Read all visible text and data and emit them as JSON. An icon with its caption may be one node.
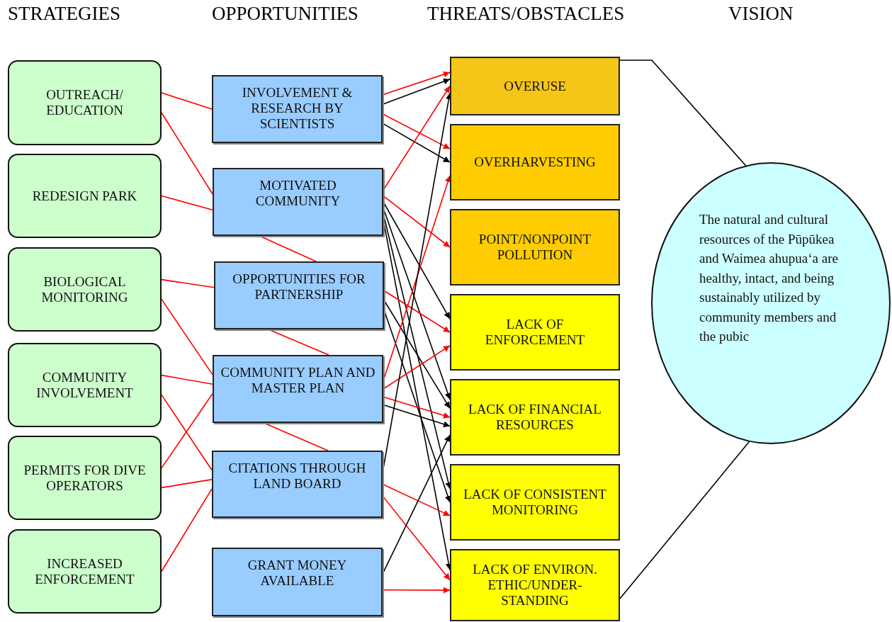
{
  "diagram": {
    "nodes": [
      {
        "text": [
          "OUTREACH/ EDUCATION"
        ]
      },
      {
        "text": [
          "REDESIGN PARK"
        ]
      },
      {
        "text": [
          "BIOLOGICAL MONITORING"
        ]
      },
      {
        "text": [
          "COMMUNITY INVOLVEMENT"
        ]
      },
      {
        "text": [
          "PERMITS FOR DIVE OPERATORS"
        ]
      },
      {
        "text": [
          "INCREASED ENFORCEMENT"
        ]
      },
      {
        "text": [
          "INVOLVEMENT & RESEARCH BY SCIENTISTS"
        ]
      },
      {
        "text": [
          "MOTIVATED COMMUNITY"
        ]
      },
      {
        "text": [
          "OPPORTUNITIES FOR PARTNERSHIP"
        ]
      },
      {
        "text": [
          "COMMUNITY PLAN AND MASTER PLAN"
        ]
      },
      {
        "text": [
          "CITATIONS THROUGH LAND BOARD"
        ]
      },
      {
        "text": [
          "GRANT MONEY AVAILABLE"
        ]
      },
      {
        "text": [
          "OVERUSE"
        ]
      },
      {
        "text": [
          "OVERHARVESTING"
        ]
      },
      {
        "text": [
          "POINT/NONPOINT POLLUTION"
        ]
      },
      {
        "text": [
          "LACK OF ENFORCEMENT"
        ]
      },
      {
        "text": [
          "LACK OF FINANCIAL RESOURCES"
        ]
      },
      {
        "text": [
          "LACK OF CONSISTENT MONITORING"
        ]
      },
      {
        "text": [
          "LACK OF ENVIRON. ETHIC/UNDER-STANDING"
        ]
      },
      {
        "text": [
          "The natural and cultural resources of the Pūpūkea and Waimea ahupua‘a are healthy, intact, and being sustainably utilized by community members and the pubic"
        ]
      }
    ],
    "edges": [
      {
        "from": 0,
        "to": 6,
        "arrow": "none"
      },
      {
        "from": 0,
        "to": 7,
        "arrow": "none"
      },
      {
        "from": 1,
        "to": 7,
        "arrow": "none"
      },
      {
        "from": 2,
        "to": 8,
        "arrow": "none"
      },
      {
        "from": 2,
        "to": 9,
        "arrow": "none"
      },
      {
        "from": 3,
        "to": 9,
        "arrow": "none"
      },
      {
        "from": 3,
        "to": 10,
        "arrow": "none"
      },
      {
        "from": 4,
        "to": 9,
        "arrow": "none"
      },
      {
        "from": 4,
        "to": 10,
        "arrow": "none"
      },
      {
        "from": 5,
        "to": 10,
        "arrow": "none"
      },
      {
        "from": 7,
        "to": 8,
        "arrow": "none"
      },
      {
        "from": 8,
        "to": 9,
        "arrow": "none"
      },
      {
        "from": 9,
        "to": 10,
        "arrow": "none"
      },
      {
        "from": 6,
        "to": 12,
        "arrow": "to"
      },
      {
        "from": 6,
        "to": 12,
        "arrow": "to",
        "color": "#000000"
      },
      {
        "from": 6,
        "to": 13,
        "arrow": "to"
      },
      {
        "from": 6,
        "to": 13,
        "arrow": "to",
        "color": "#000000"
      },
      {
        "from": 7,
        "to": 12,
        "arrow": "to"
      },
      {
        "from": 7,
        "to": 14,
        "arrow": "to"
      },
      {
        "from": 7,
        "to": 15,
        "arrow": "to",
        "color": "#000000"
      },
      {
        "from": 7,
        "to": 16,
        "arrow": "to",
        "color": "#000000"
      },
      {
        "from": 7,
        "to": 17,
        "arrow": "to",
        "color": "#000000"
      },
      {
        "from": 7,
        "to": 18,
        "arrow": "to",
        "color": "#000000"
      },
      {
        "from": 8,
        "to": 15,
        "arrow": "to"
      },
      {
        "from": 8,
        "to": 16,
        "arrow": "to",
        "color": "#000000"
      },
      {
        "from": 8,
        "to": 17,
        "arrow": "to",
        "color": "#000000"
      },
      {
        "from": 9,
        "to": 13,
        "arrow": "to"
      },
      {
        "from": 9,
        "to": 15,
        "arrow": "to"
      },
      {
        "from": 9,
        "to": 16,
        "arrow": "to"
      },
      {
        "from": 9,
        "to": 16,
        "arrow": "to",
        "color": "#000000"
      },
      {
        "from": 10,
        "to": 12,
        "arrow": "to",
        "color": "#000000"
      },
      {
        "from": 10,
        "to": 17,
        "arrow": "to"
      },
      {
        "from": 10,
        "to": 18,
        "arrow": "to"
      },
      {
        "from": 11,
        "to": 16,
        "arrow": "to",
        "color": "#000000"
      },
      {
        "from": 11,
        "to": 18,
        "arrow": "to"
      },
      {
        "from": 19,
        "to": 12,
        "arrow": "none",
        "color": "#000000"
      },
      {
        "from": 19,
        "to": 18,
        "arrow": "none",
        "color": "#000000"
      }
    ],
    "labels": [
      "STRATEGIES",
      "OPPORTUNITIES",
      "THREATS/OBSTACLES",
      "VISION"
    ]
  }
}
